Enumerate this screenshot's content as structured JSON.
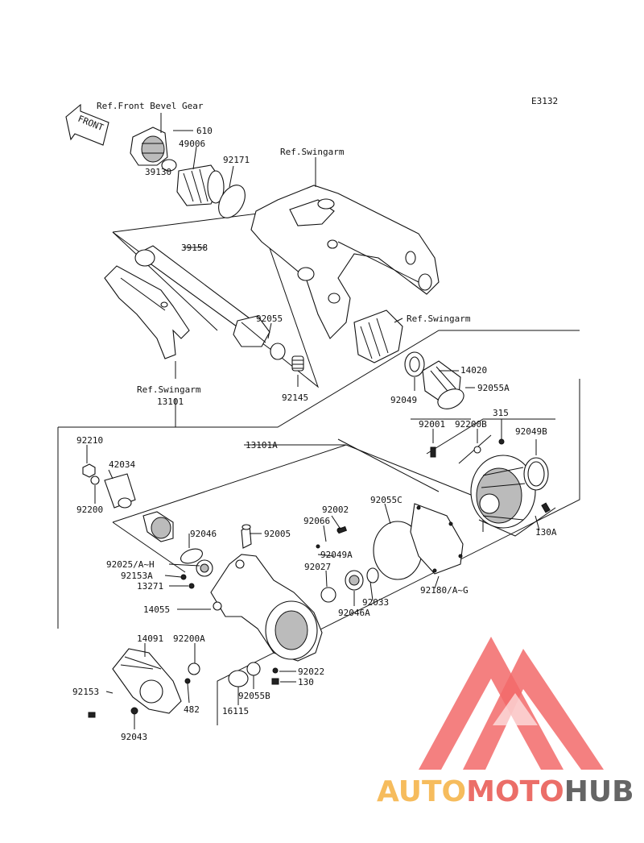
{
  "diagram_code": "E3132",
  "labels": {
    "ref_front_bevel_gear": "Ref.Front Bevel Gear",
    "front": "FRONT",
    "p610": "610",
    "p49006": "49006",
    "p92171": "92171",
    "p39130": "39130",
    "ref_swingarm_top": "Ref.Swingarm",
    "p39158": "39158",
    "p92055": "92055",
    "ref_swingarm_mid": "Ref.Swingarm",
    "p92145": "92145",
    "ref_swingarm_left": "Ref.Swingarm",
    "p13101": "13101",
    "p14020": "14020",
    "p92049": "92049",
    "p92055A": "92055A",
    "p92001": "92001",
    "p92200B": "92200B",
    "p315": "315",
    "p92049B": "92049B",
    "p92210": "92210",
    "p13101A": "13101A",
    "p42034": "42034",
    "p92200": "92200",
    "p92055C": "92055C",
    "p92002": "92002",
    "p92066": "92066",
    "p92046": "92046",
    "p92005": "92005",
    "p130A": "130A",
    "p92025": "92025/A~H",
    "p92049A": "92049A",
    "p92153A": "92153A",
    "p92027": "92027",
    "p13271": "13271",
    "p92033": "92033",
    "p92180": "92180/A~G",
    "p14055": "14055",
    "p92046A": "92046A",
    "p14091": "14091",
    "p92200A": "92200A",
    "p92022": "92022",
    "p130": "130",
    "p92153": "92153",
    "p92055B": "92055B",
    "p16115": "16115",
    "p482": "482",
    "p92043": "92043"
  },
  "watermark": {
    "part1": "AUTO",
    "part2": "MOTO",
    "part3": "HUB",
    "color_primary": "#f5b041",
    "color_secondary": "#e8554e",
    "color_tertiary": "#4a4a4a"
  }
}
